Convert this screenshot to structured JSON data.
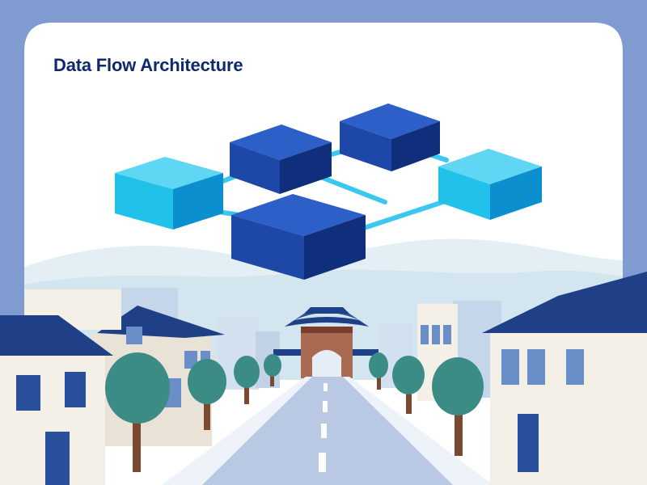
{
  "card": {
    "title": "Data Flow Architecture"
  },
  "diagram": {
    "nodes": [
      {
        "id": "node-left",
        "color": "cyan"
      },
      {
        "id": "node-top-center",
        "color": "navy"
      },
      {
        "id": "node-top-right",
        "color": "navy"
      },
      {
        "id": "node-right",
        "color": "cyan"
      },
      {
        "id": "node-bottom-center",
        "color": "navy"
      }
    ],
    "connections": [
      [
        "node-left",
        "node-top-center"
      ],
      [
        "node-left",
        "node-bottom-center"
      ],
      [
        "node-top-center",
        "node-top-right"
      ],
      [
        "node-top-center",
        "node-right"
      ],
      [
        "node-top-right",
        "node-right"
      ],
      [
        "node-bottom-center",
        "node-right"
      ]
    ]
  },
  "colors": {
    "frame": "#7f9bcf",
    "card": "#ffffff",
    "title": "#0f2a6b",
    "navy": "#1e48a8",
    "cyan": "#22c1ea",
    "link": "#3cc8ee",
    "tree": "#3c8c86",
    "trunk": "#7a4a30",
    "roof": "#1f3f86",
    "wall": "#f4efe7",
    "road": "#b9c9e4"
  }
}
